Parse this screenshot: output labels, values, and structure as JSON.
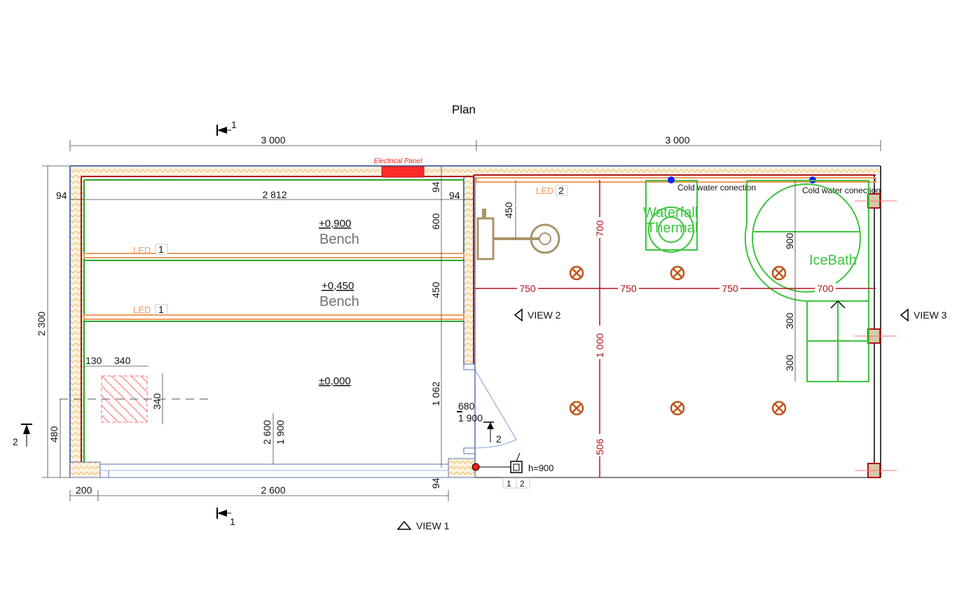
{
  "title": "Plan",
  "dimensions": {
    "top_left": "3 000",
    "top_right": "3 000",
    "inner_width": "2 812",
    "wall_left": "94",
    "wall_mid": "94",
    "wall_mid_vertical": "94",
    "bench_top_depth": "600",
    "bench_mid_depth": "450",
    "floor_depth": "1 062",
    "overall_height": "2 300",
    "window_sill": "480",
    "hatch_offset": "130",
    "hatch_width": "340",
    "hatch_height": "340",
    "bottom_left": "200",
    "bottom_window": "2 600",
    "bottom_wall": "94",
    "window_label_top": "2 600",
    "window_label_bottom": "1 900",
    "door_top": "680",
    "door_bottom": "1 900",
    "shower_offset": "450",
    "icebath_depth": "900",
    "step_1": "300",
    "step_2": "300"
  },
  "red_dimensions": {
    "horizontal": [
      "750",
      "750",
      "750",
      "700"
    ],
    "vertical": [
      "700",
      "1 000",
      "506"
    ]
  },
  "labels": {
    "electrical_panel": "Electrical Panel",
    "level_top": "+0,900",
    "bench_top": "Bench",
    "level_mid": "+0,450",
    "bench_mid": "Bench",
    "level_floor": "±0,000",
    "led_word": "LED",
    "led_1a": "1",
    "led_1b": "1",
    "led_2": "2",
    "waterfall": "Waterfall",
    "thermal": "Thermal",
    "cold_water_1": "Cold water conection",
    "cold_water_2": "Cold water conection",
    "icebath": "IceBath",
    "view_1": "VIEW 1",
    "view_2": "VIEW 2",
    "view_3": "VIEW 3",
    "section_1_top": "1",
    "section_1_bottom": "1",
    "section_2_left": "2",
    "section_2_door": "2",
    "switch_height": "h=900",
    "switch_tag_1": "1",
    "switch_tag_2": "2"
  },
  "colors": {
    "wall_outer": "#5a6fb0",
    "wall_red": "#b3121b",
    "insulation": "#e8b04a",
    "led": "#f39a5a",
    "fixture_green": "#3cc43c",
    "shower_tan": "#a8946a",
    "light_fixture": "#c0531a",
    "water_point": "#1020ff"
  }
}
